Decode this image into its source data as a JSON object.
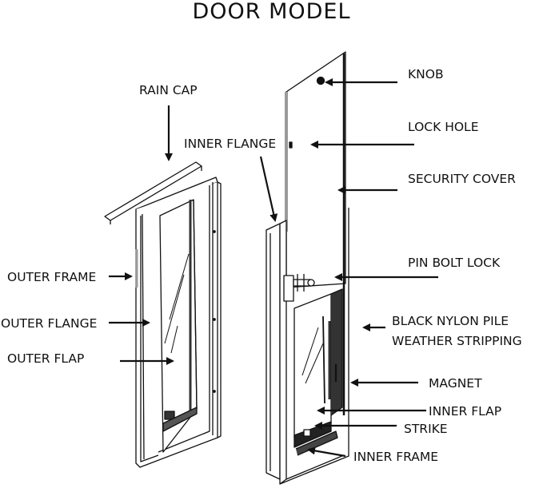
{
  "title": "DOOR MODEL",
  "labels": {
    "rain_cap": "RAIN CAP",
    "inner_flange": "INNER FLANGE",
    "outer_frame": "OUTER FRAME",
    "outer_flange": "OUTER FLANGE",
    "outer_flap": "OUTER FLAP",
    "knob": "KNOB",
    "lock_hole": "LOCK HOLE",
    "security_cover": "SECURITY COVER",
    "pin_bolt_lock": "PIN BOLT LOCK",
    "black_nylon_line1": "BLACK NYLON PILE",
    "black_nylon_line2": "WEATHER STRIPPING",
    "magnet": "MAGNET",
    "inner_flap": "INNER FLAP",
    "strike": "STRIKE",
    "inner_frame": "INNER FRAME"
  },
  "colors": {
    "line": "#111111",
    "gray": "#9a9a9a",
    "dark": "#222222"
  }
}
